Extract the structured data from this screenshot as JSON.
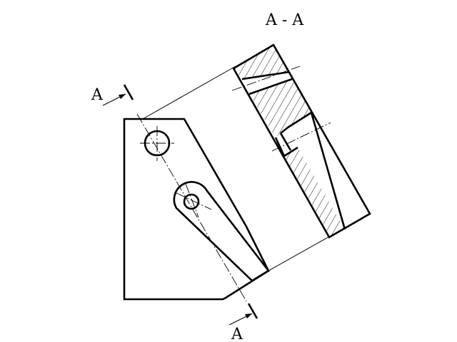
{
  "section_title": "A - A",
  "cut_label_top": "A",
  "cut_label_bottom": "A"
}
